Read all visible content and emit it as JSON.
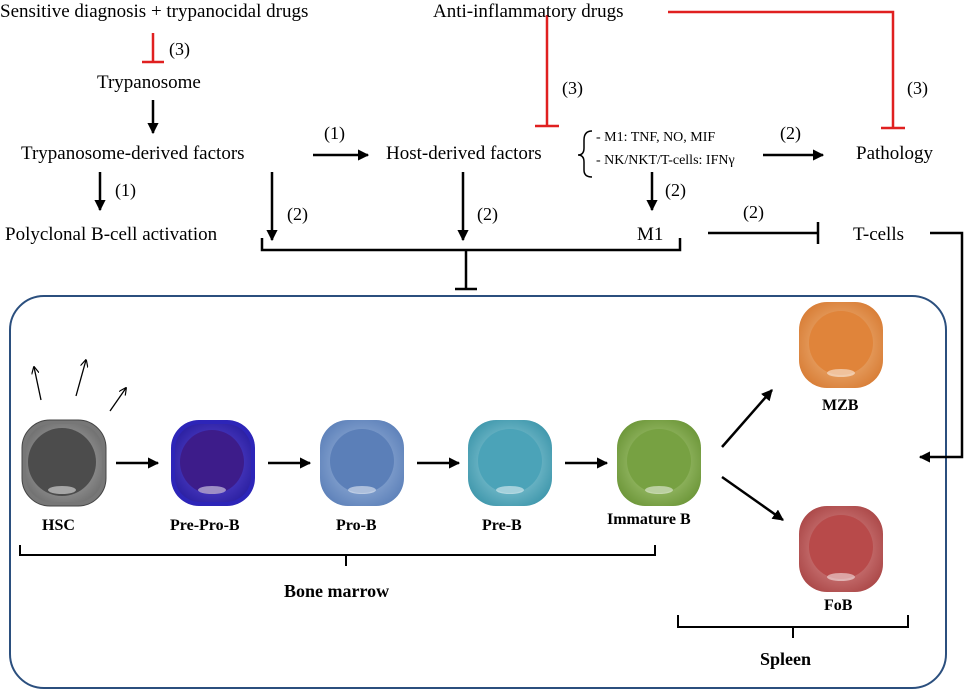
{
  "nodes": {
    "sensitive_diagnosis": "Sensitive diagnosis + trypanocidal drugs",
    "anti_inflammatory": "Anti-inflammatory drugs",
    "trypanosome": "Trypanosome",
    "trypanosome_factors": "Trypanosome-derived factors",
    "host_factors": "Host-derived factors",
    "host_detail_1": "- M1: TNF, NO, MIF",
    "host_detail_2": "- NK/NKT/T-cells: IFNγ",
    "pathology": "Pathology",
    "polyclonal": "Polyclonal B-cell activation",
    "m1": "M1",
    "t_cells": "T-cells"
  },
  "edge_labels": {
    "diag_to_tryp": "(3)",
    "antiinf_to_host": "(3)",
    "antiinf_to_path": "(3)",
    "tryp_to_host": "(1)",
    "host_to_path": "(2)",
    "tryp_to_poly": "(1)",
    "tryp_to_bm": "(2)",
    "host_to_bm": "(2)",
    "host_to_m1": "(2)",
    "m1_to_tcells": "(2)"
  },
  "cells": {
    "hsc": "HSC",
    "prepro": "Pre-Pro-B",
    "prob": "Pro-B",
    "preb": "Pre-B",
    "immature": "Immature B",
    "mzb": "MZB",
    "fob": "FoB"
  },
  "regions": {
    "bone_marrow": "Bone marrow",
    "spleen": "Spleen"
  },
  "colors": {
    "inhibition_red": "#e02020",
    "box_border": "#2b4f7e",
    "hsc": "#555555",
    "prepro": "#3d1c8a",
    "prob": "#5b7fb8",
    "preb": "#4ba3b8",
    "immature": "#77a142",
    "mzb": "#e0843a",
    "fob": "#b84a4a"
  }
}
